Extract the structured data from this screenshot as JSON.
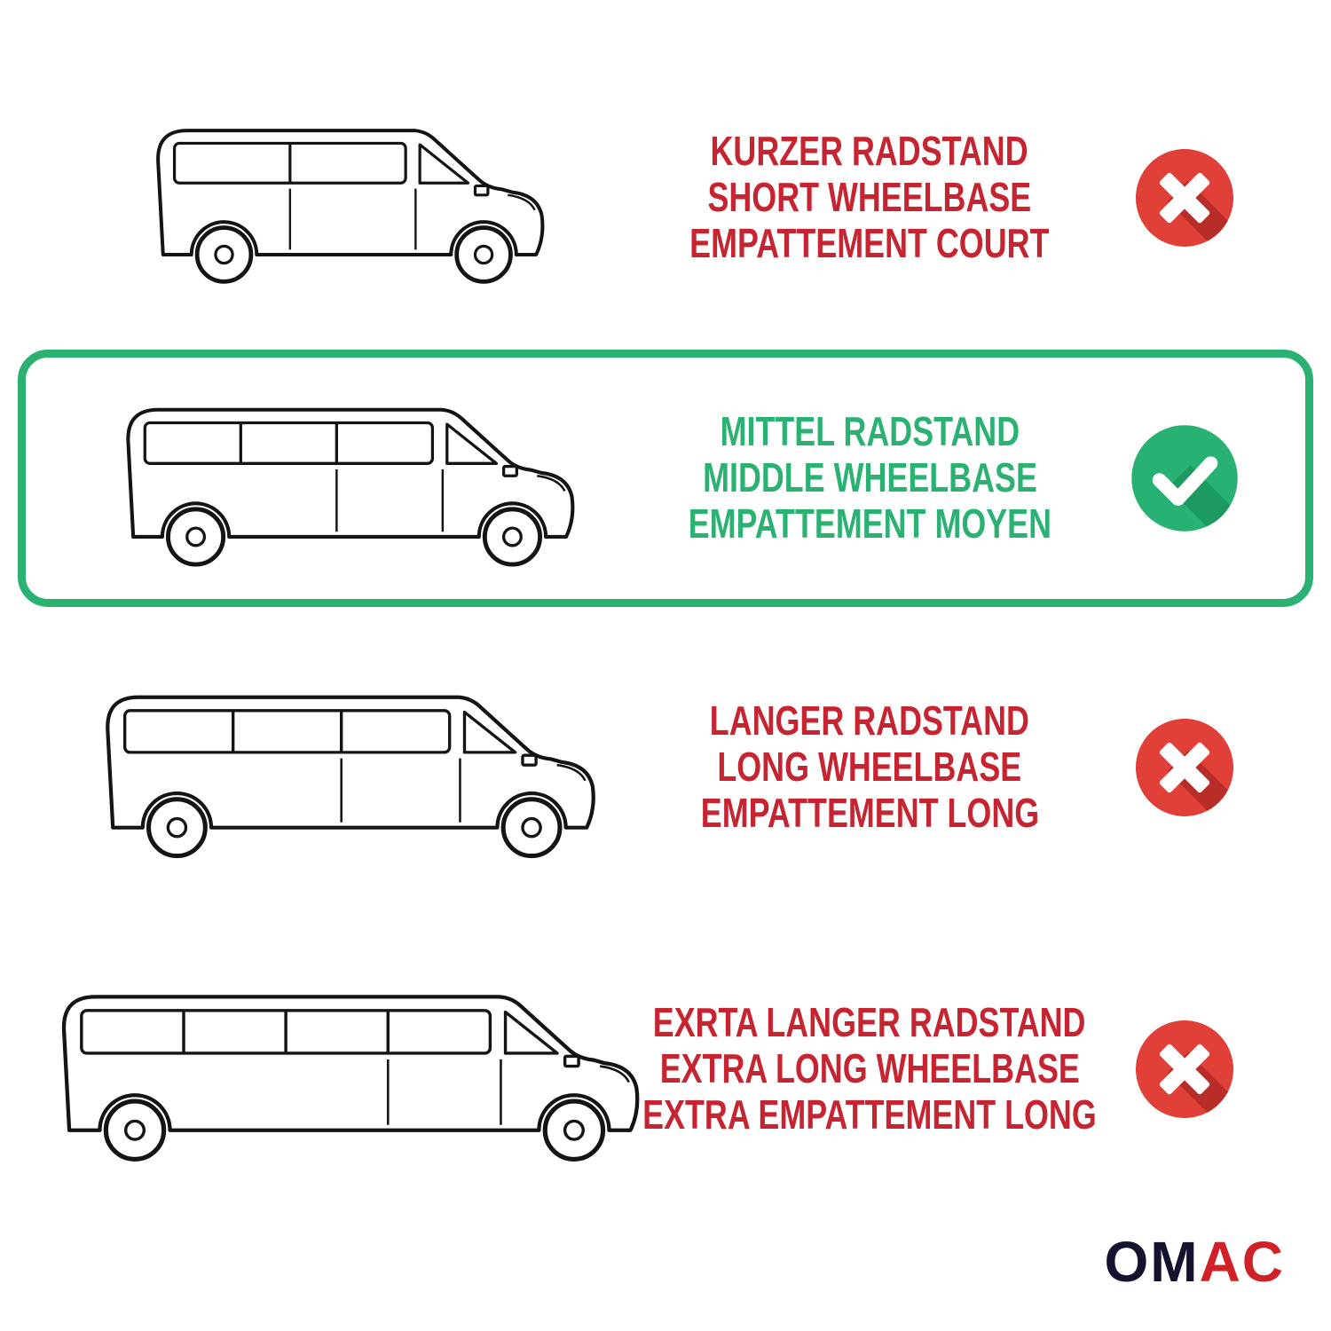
{
  "colors": {
    "red": "#c52430",
    "green": "#2bb273",
    "icon_red": "#e04038",
    "icon_red_shadow": "#b92d28",
    "icon_green": "#27b173",
    "icon_green_shadow": "#1d9a62",
    "line": "#141414",
    "logo_dark": "#131330",
    "logo_red": "#d02127"
  },
  "rows": [
    {
      "id": "short-wheelbase",
      "status": "rejected",
      "icon": "cross-icon",
      "lines": [
        "KURZER RADSTAND",
        "SHORT WHEELBASE",
        "EMPATTEMENT COURT"
      ]
    },
    {
      "id": "middle-wheelbase",
      "status": "selected",
      "icon": "check-icon",
      "lines": [
        "MITTEL RADSTAND",
        "MIDDLE WHEELBASE",
        "EMPATTEMENT MOYEN"
      ]
    },
    {
      "id": "long-wheelbase",
      "status": "rejected",
      "icon": "cross-icon",
      "lines": [
        "LANGER RADSTAND",
        "LONG WHEELBASE",
        "EMPATTEMENT LONG"
      ]
    },
    {
      "id": "extra-long-wheelbase",
      "status": "rejected",
      "icon": "cross-icon",
      "lines": [
        "EXRTA LANGER RADSTAND",
        "EXTRA LONG WHEELBASE",
        "EXTRA EMPATTEMENT LONG"
      ]
    }
  ],
  "logo": {
    "part1": "OM",
    "part2": "AC"
  }
}
